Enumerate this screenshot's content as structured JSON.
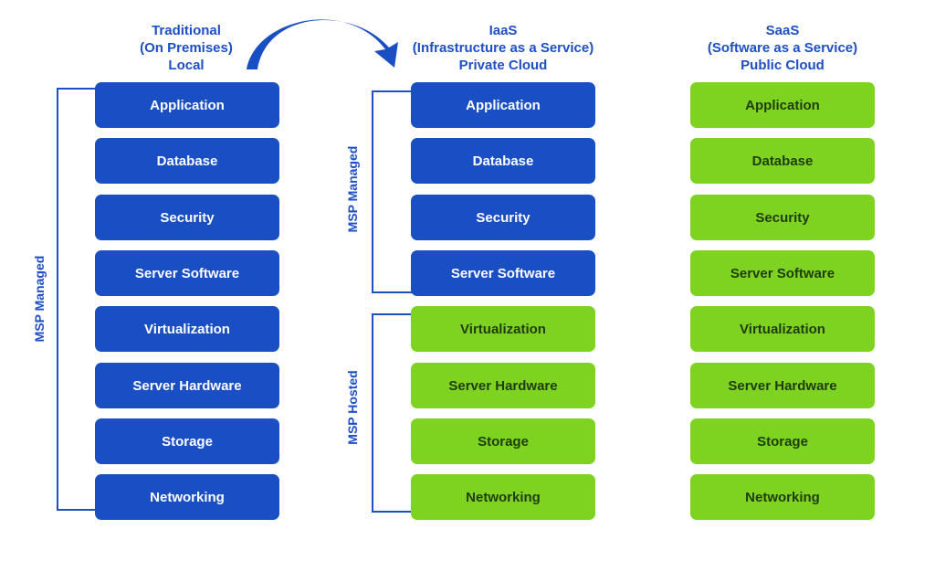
{
  "columns": [
    {
      "title_lines": [
        "Traditional",
        "(On Premises)",
        "Local"
      ],
      "blocks": [
        {
          "label": "Application",
          "color": "blue"
        },
        {
          "label": "Database",
          "color": "blue"
        },
        {
          "label": "Security",
          "color": "blue"
        },
        {
          "label": "Server Software",
          "color": "blue"
        },
        {
          "label": "Virtualization",
          "color": "blue"
        },
        {
          "label": "Server Hardware",
          "color": "blue"
        },
        {
          "label": "Storage",
          "color": "blue"
        },
        {
          "label": "Networking",
          "color": "blue"
        }
      ],
      "side_labels": [
        {
          "text": "MSP Managed"
        }
      ]
    },
    {
      "title_lines": [
        "IaaS",
        "(Infrastructure as a Service)",
        "Private Cloud"
      ],
      "blocks": [
        {
          "label": "Application",
          "color": "blue"
        },
        {
          "label": "Database",
          "color": "blue"
        },
        {
          "label": "Security",
          "color": "blue"
        },
        {
          "label": "Server Software",
          "color": "blue"
        },
        {
          "label": "Virtualization",
          "color": "green"
        },
        {
          "label": "Server Hardware",
          "color": "green"
        },
        {
          "label": "Storage",
          "color": "green"
        },
        {
          "label": "Networking",
          "color": "green"
        }
      ],
      "side_labels": [
        {
          "text": "MSP Managed"
        },
        {
          "text": "MSP Hosted"
        }
      ]
    },
    {
      "title_lines": [
        "SaaS",
        "(Software as a Service)",
        "Public Cloud"
      ],
      "blocks": [
        {
          "label": "Application",
          "color": "green"
        },
        {
          "label": "Database",
          "color": "green"
        },
        {
          "label": "Security",
          "color": "green"
        },
        {
          "label": "Server Software",
          "color": "green"
        },
        {
          "label": "Virtualization",
          "color": "green"
        },
        {
          "label": "Server Hardware",
          "color": "green"
        },
        {
          "label": "Storage",
          "color": "green"
        },
        {
          "label": "Networking",
          "color": "green"
        }
      ],
      "side_labels": []
    }
  ],
  "colors": {
    "blue": "#1a4fc4",
    "green": "#7ed321",
    "title": "#1e4fc4"
  }
}
